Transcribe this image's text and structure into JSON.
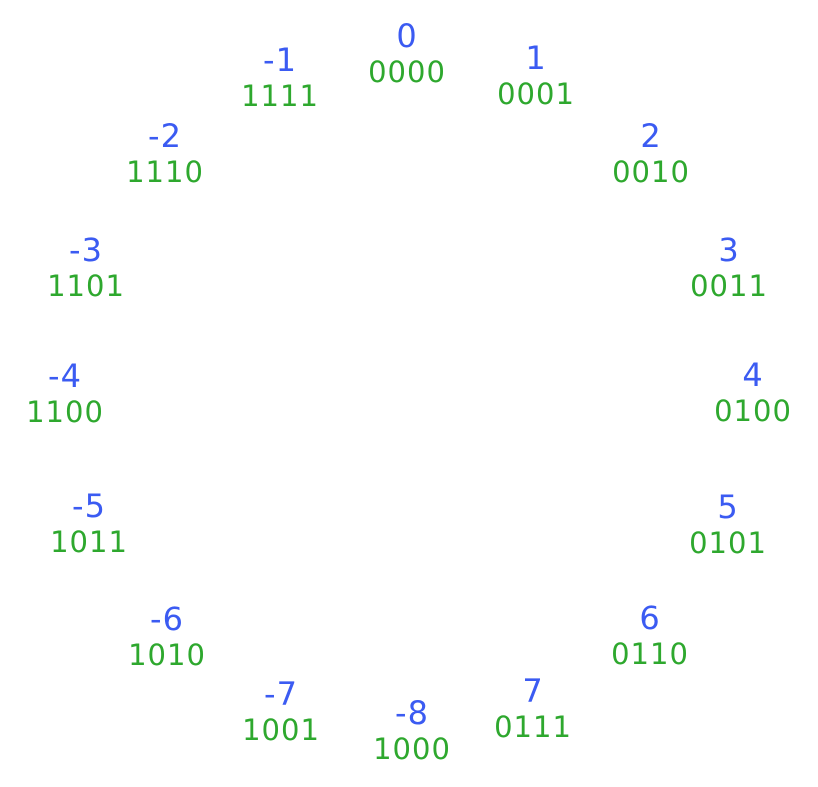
{
  "colors": {
    "decimal": "#3b5bf2",
    "binary": "#2ea82e",
    "background": "#ffffff"
  },
  "wheel": [
    {
      "decimal": "0",
      "binary": "0000"
    },
    {
      "decimal": "1",
      "binary": "0001"
    },
    {
      "decimal": "2",
      "binary": "0010"
    },
    {
      "decimal": "3",
      "binary": "0011"
    },
    {
      "decimal": "4",
      "binary": "0100"
    },
    {
      "decimal": "5",
      "binary": "0101"
    },
    {
      "decimal": "6",
      "binary": "0110"
    },
    {
      "decimal": "7",
      "binary": "0111"
    },
    {
      "decimal": "-8",
      "binary": "1000"
    },
    {
      "decimal": "-7",
      "binary": "1001"
    },
    {
      "decimal": "-6",
      "binary": "1010"
    },
    {
      "decimal": "-5",
      "binary": "1011"
    },
    {
      "decimal": "-4",
      "binary": "1100"
    },
    {
      "decimal": "-3",
      "binary": "1101"
    },
    {
      "decimal": "-2",
      "binary": "1110"
    },
    {
      "decimal": "-1",
      "binary": "1111"
    }
  ]
}
